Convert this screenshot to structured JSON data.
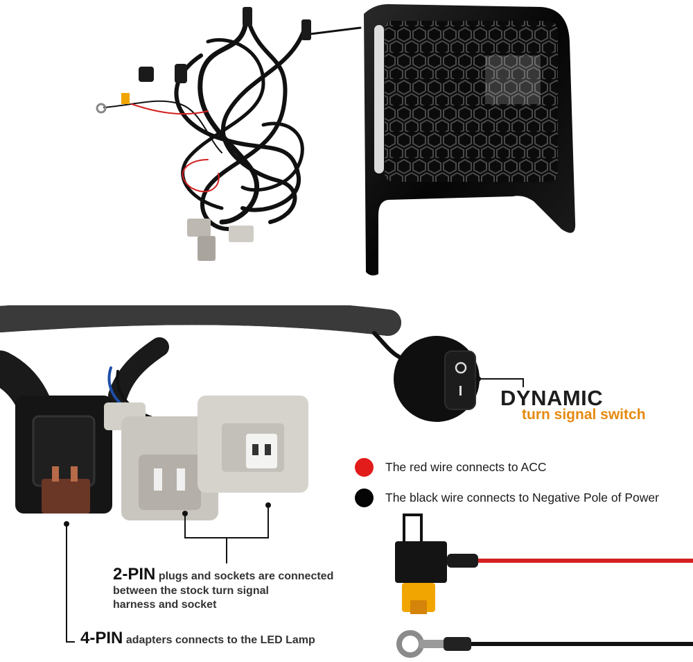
{
  "switch_label": {
    "title": "DYNAMIC",
    "subtitle": "turn signal switch"
  },
  "legend": {
    "red_text": "The red wire connects to ACC",
    "black_text": "The black wire connects to Negative Pole of Power",
    "red_color": "#e21b1b",
    "black_color": "#050505"
  },
  "pin2": {
    "head": "2-PIN",
    "tail": "plugs and sockets are connected",
    "line2": "between the stock turn signal",
    "line3": "harness and socket"
  },
  "pin4": {
    "head": "4-PIN",
    "tail": "adapters connects to the LED Lamp"
  },
  "colors": {
    "accent_orange": "#e58a0f",
    "wire_red": "#d42020",
    "connector_grey": "#c9c6c0",
    "housing_black": "#111111"
  }
}
